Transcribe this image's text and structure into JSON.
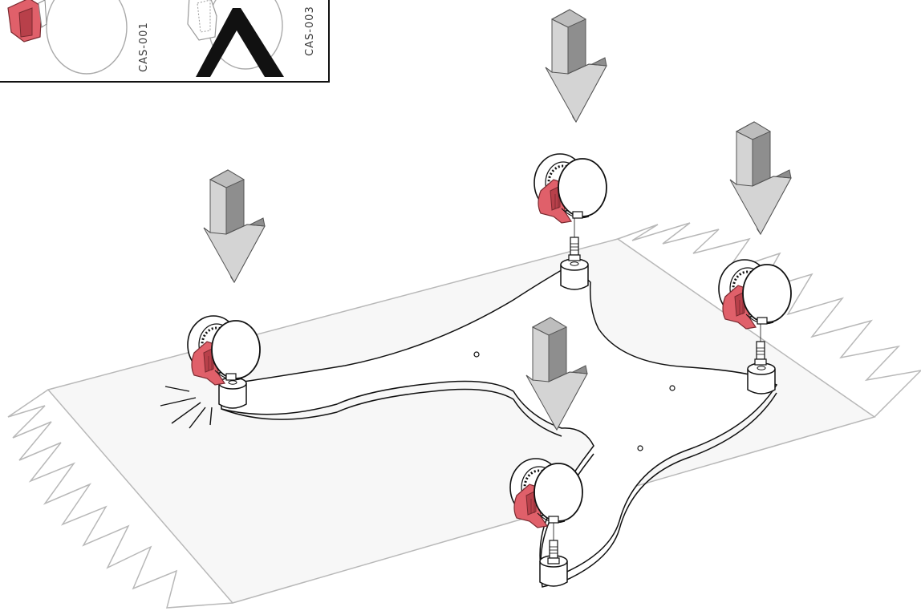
{
  "inset": {
    "parts": [
      {
        "code": "CAS-001",
        "status": "correct"
      },
      {
        "code": "CAS-003",
        "status": "incorrect"
      }
    ]
  },
  "colors": {
    "lock_pedal": "#e0606a",
    "lock_pedal_dark": "#b8404a",
    "outline": "#111111",
    "rug_outline": "#b8b8b8",
    "arrow_fill": "#d4d4d4",
    "arrow_side": "#8e8e8e"
  },
  "icons": [
    "down-arrow-icon",
    "caster-wheel-icon",
    "impact-lines-icon",
    "wrong-x-mark-icon"
  ]
}
